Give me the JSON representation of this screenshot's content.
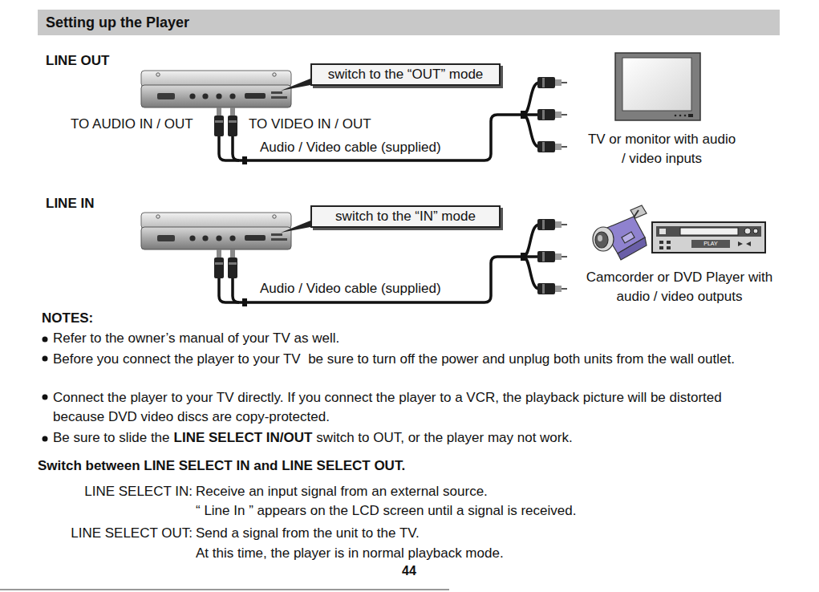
{
  "diagram": {
    "title": "Setting up the Player",
    "nodes": [
      {
        "text": [
          "switch to the “OUT” mode"
        ]
      },
      {
        "text": [
          "switch to the “IN” mode"
        ]
      }
    ],
    "labels": [
      "LINE OUT",
      "TO AUDIO IN / OUT",
      "TO VIDEO IN / OUT",
      "Audio / Video cable (supplied)",
      "TV or monitor with audio / video inputs",
      "LINE IN",
      "Audio / Video cable (supplied)",
      "Camcorder or DVD Player with audio / video outputs",
      "PLAY",
      "NOTES:",
      "Refer to the owner’s manual of your TV as well.",
      "Before you connect the player to your TV  be sure to turn off the power and unplug both units from the wall outlet.",
      "Connect the player to your TV directly. If you connect the player to a VCR, the playback picture will be distorted because DVD video discs are copy-protected.",
      "Be sure to slide the",
      "LINE SELECT IN/OUT",
      "switch to OUT, or the player may not work.",
      "Switch between LINE SELECT IN and LINE SELECT OUT.",
      "LINE SELECT IN:",
      "Receive an input signal from an external source.",
      "“ Line In ” appears on the LCD screen until a signal is received.",
      "LINE SELECT OUT:",
      "Send a signal from the unit to the TV.",
      "At this time, the player is in normal playback mode.",
      "44"
    ]
  }
}
